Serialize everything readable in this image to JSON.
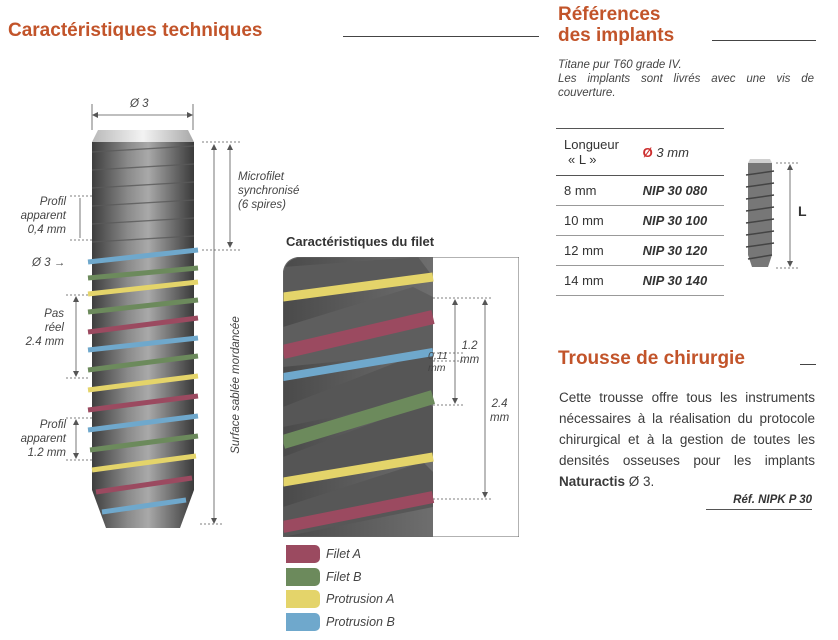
{
  "left": {
    "title": "Caractéristiques techniques",
    "top_diameter": "Ø 3",
    "dims": {
      "profil_04": [
        "Profil",
        "apparent",
        "0,4 mm"
      ],
      "diam3": "Ø 3 →",
      "pas_reel": [
        "Pas",
        "réel",
        "2.4 mm"
      ],
      "profil_12": [
        "Profil",
        "apparent",
        "1.2 mm"
      ]
    },
    "microfilet": [
      "Microfilet",
      "synchronisé",
      "(6 spires)"
    ],
    "surface": "Surface sablée mordancée"
  },
  "filet": {
    "title": "Caractéristiques du filet",
    "d011": [
      "0,11",
      "mm"
    ],
    "d12": [
      "1.2",
      "mm"
    ],
    "d24": [
      "2.4",
      "mm"
    ],
    "legend": [
      {
        "label": "Filet A",
        "color": "#9b4a60"
      },
      {
        "label": "Filet B",
        "color": "#6c8a5c"
      },
      {
        "label": "Protrusion A",
        "color": "#e4d46a"
      },
      {
        "label": "Protrusion B",
        "color": "#6fa8cc"
      }
    ]
  },
  "references": {
    "title_line1": "Références",
    "title_line2": "des implants",
    "note": [
      "Titane pur T60 grade IV.",
      "Les implants sont livrés avec une vis de couverture."
    ],
    "header_col1": [
      "Longueur",
      "« L »"
    ],
    "header_col2_symbol": "Ø",
    "header_col2": "3 mm",
    "rows": [
      {
        "length": "8 mm",
        "code": "NIP 30 080"
      },
      {
        "length": "10 mm",
        "code": "NIP 30 100"
      },
      {
        "length": "12 mm",
        "code": "NIP 30 120"
      },
      {
        "length": "14 mm",
        "code": "NIP 30 140"
      }
    ],
    "L_label": "L"
  },
  "trousse": {
    "title": "Trousse de chirurgie",
    "text_before": "Cette trousse offre tous les instruments nécessaires à la réalisation du protocole chirurgical et à la gestion de toutes les densités osseuses pour les implants",
    "brand": "Naturactis",
    "text_after": "Ø 3.",
    "ref": "Réf. NIPK P 30"
  }
}
